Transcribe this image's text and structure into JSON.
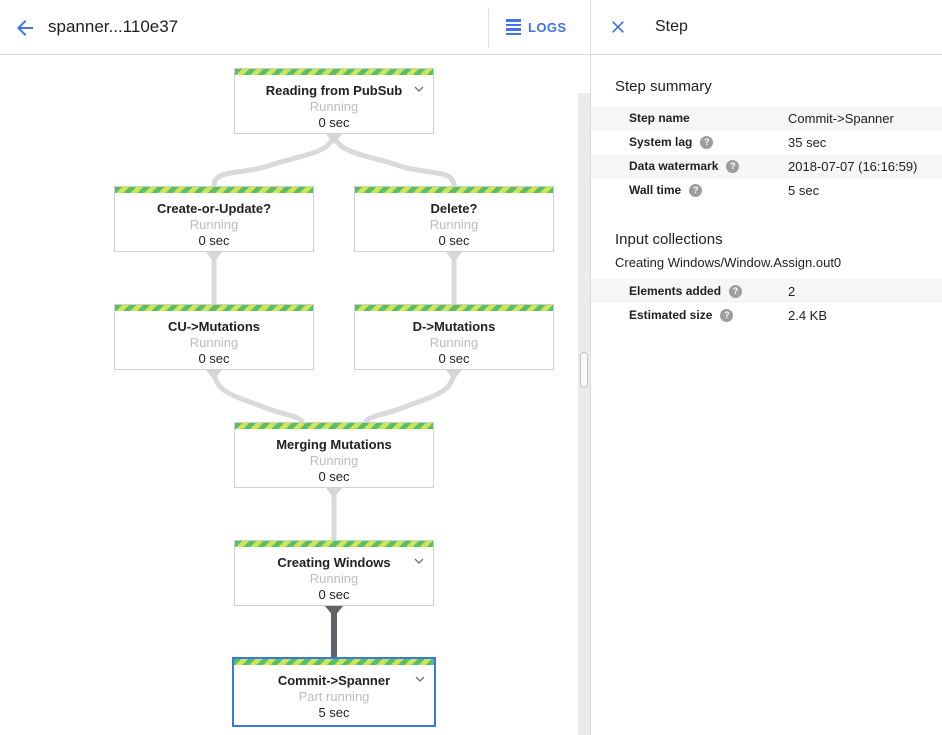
{
  "header": {
    "title": "spanner...110e37",
    "logs_label": "LOGS"
  },
  "panel": {
    "title": "Step",
    "summary": {
      "heading": "Step summary",
      "rows": [
        {
          "label": "Step name",
          "value": "Commit->Spanner"
        },
        {
          "label": "System lag",
          "value": "35 sec"
        },
        {
          "label": "Data watermark",
          "value": "2018-07-07 (16:16:59)"
        },
        {
          "label": "Wall time",
          "value": "5 sec"
        }
      ]
    },
    "input_collections": {
      "heading": "Input collections",
      "collection_name": "Creating Windows/Window.Assign.out0",
      "rows": [
        {
          "label": "Elements added",
          "value": "2"
        },
        {
          "label": "Estimated size",
          "value": "2.4 KB"
        }
      ]
    }
  },
  "graph": {
    "nodes": [
      {
        "title": "Reading from PubSub",
        "status": "Running",
        "time": "0 sec"
      },
      {
        "title": "Create-or-Update?",
        "status": "Running",
        "time": "0 sec"
      },
      {
        "title": "Delete?",
        "status": "Running",
        "time": "0 sec"
      },
      {
        "title": "CU->Mutations",
        "status": "Running",
        "time": "0 sec"
      },
      {
        "title": "D->Mutations",
        "status": "Running",
        "time": "0 sec"
      },
      {
        "title": "Merging Mutations",
        "status": "Running",
        "time": "0 sec"
      },
      {
        "title": "Creating Windows",
        "status": "Running",
        "time": "0 sec"
      },
      {
        "title": "Commit->Spanner",
        "status": "Part running",
        "time": "5 sec"
      }
    ]
  },
  "icons": {
    "help": "?"
  },
  "colors": {
    "accent_blue": "#4472e8",
    "selected_node_border": "#3b78e7",
    "stripe_green": "#58be68",
    "stripe_yellow_green": "#cde653",
    "status_text_gray": "#bdbdbd",
    "connector_gray": "#dadada",
    "connector_dark": "#5f6368"
  }
}
